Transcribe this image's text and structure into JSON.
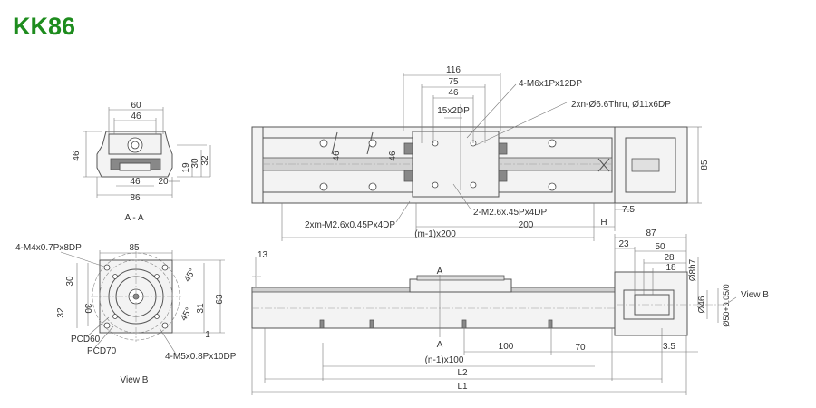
{
  "title": "KK86",
  "title_color": "#1e8c1e",
  "section_aa": {
    "caption": "A - A",
    "dims": {
      "top_outer": "60",
      "top_inner": "46",
      "height_left": "46",
      "h19": "19",
      "h30": "30",
      "h32": "32",
      "bottom_inner": "46",
      "r20": "20",
      "bottom_outer": "86"
    }
  },
  "top_view": {
    "dims": {
      "d116": "116",
      "d75": "75",
      "d46": "46",
      "d15x2": "15x2DP",
      "v46a": "46",
      "v46b": "46",
      "v85": "85",
      "d200": "200",
      "d_m1x200": "(m-1)x200",
      "H": "H",
      "d7_5": "7.5"
    },
    "notes": {
      "m6": "4-M6x1Px12DP",
      "thru": "2xn-Ø6.6Thru, Ø11x6DP",
      "m2_slider": "2-M2.6x.45Px4DP",
      "m2_rail": "2xm-M2.6x0.45Px4DP"
    }
  },
  "view_b": {
    "caption": "View B",
    "dims": {
      "d85": "85",
      "d30a": "30",
      "d30b": "30",
      "d32": "32",
      "d31": "31",
      "d63": "63",
      "a45a": "45°",
      "a45b": "45°",
      "d1": "1"
    },
    "notes": {
      "m4": "4-M4x0.7Px8DP",
      "pcd60": "PCD60",
      "pcd70": "PCD70",
      "m5": "4-M5x0.8Px10DP"
    }
  },
  "front_view": {
    "dims": {
      "d13": "13",
      "secA_top": "A",
      "secA_bot": "A",
      "d100a": "100",
      "d70": "70",
      "d3_5": "3.5",
      "d_n1x100": "(n-1)x100",
      "L2": "L2",
      "L1": "L1",
      "d23": "23",
      "d87": "87",
      "d50": "50",
      "d28": "28",
      "d18": "18",
      "d8h7": "Ø8h7",
      "d46": "Ø46",
      "d50tol": "Ø50+0.05/0"
    },
    "view_label": "View B"
  }
}
